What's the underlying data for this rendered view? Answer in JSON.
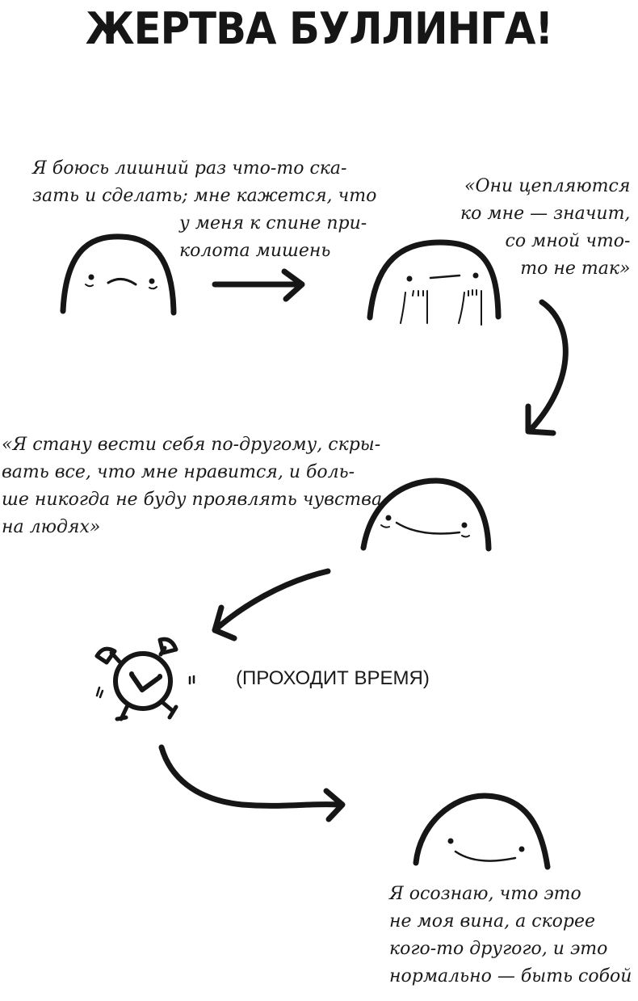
{
  "title": "ЖЕРТВА БУЛЛИНГА!",
  "panels": [
    {
      "id": "step1",
      "lines_a": "Я боюсь лишний раз что-то ска-\nзать и сделать; мне кажется, что",
      "lines_b": "у меня к спине при-\nколота мишень"
    },
    {
      "id": "step2",
      "lines": "«Они цепляются\nко мне — значит,\nсо мной что-\nто не так»"
    },
    {
      "id": "step3",
      "lines": "«Я стану вести себя по-другому, скры-\nвать все, что мне нравится, и боль-\nше никогда не буду проявлять чувства\nна людях»"
    },
    {
      "id": "time",
      "lines": "(ПРОХОДИТ ВРЕМЯ)"
    },
    {
      "id": "step4",
      "lines": "Я осознаю, что это\nне моя вина, а скорее\nкого-то другого, и это\nнормально — быть собой"
    }
  ],
  "icons": {
    "character_1": "sad-blob-character",
    "character_2": "shocked-blob-character",
    "character_3": "awkward-smile-blob-character",
    "character_4": "happy-blob-character",
    "clock": "alarm-clock-icon"
  },
  "colors": {
    "ink": "#161616",
    "paper": "#ffffff"
  }
}
